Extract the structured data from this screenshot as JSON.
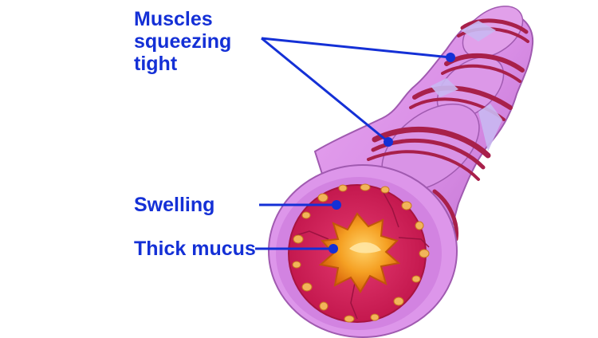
{
  "labels": {
    "muscles_line1": "Muscles",
    "muscles_line2": "squeezing",
    "muscles_line3": "tight",
    "swelling": "Swelling",
    "mucus": "Thick mucus"
  },
  "colors": {
    "label_text": "#1430d6",
    "leader_line": "#1430d6",
    "airway_wall": "#d98ee6",
    "airway_wall_shadow": "#b868c8",
    "muscle_band": "#a8204a",
    "lumen_tissue": "#d82a63",
    "lumen_ring": "#c0184f",
    "mucus_outer": "#e8740c",
    "mucus_inner": "#ffc247",
    "mucus_spots": "#f2b45a"
  }
}
